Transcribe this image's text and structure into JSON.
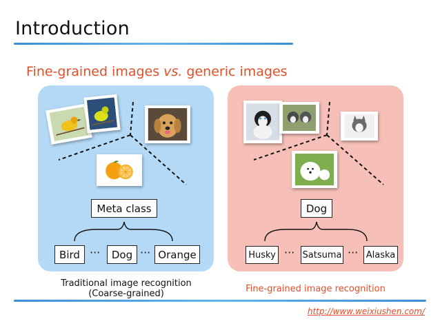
{
  "slide": {
    "title": "Introduction",
    "subtitle_pre": "Fine-grained images ",
    "subtitle_vs": "vs.",
    "subtitle_post": " generic images",
    "link": "http://www.weixiushen.com/"
  },
  "left_panel": {
    "root": "Meta class",
    "leaves": [
      "Bird",
      "Dog",
      "Orange"
    ],
    "ellipsis": "···",
    "caption_line1": "Traditional image recognition",
    "caption_line2": "(Coarse-grained)"
  },
  "right_panel": {
    "root": "Dog",
    "leaves": [
      "Husky",
      "Satsuma",
      "Alaska"
    ],
    "ellipsis": "···",
    "caption": "Fine-grained image recognition"
  },
  "colors": {
    "accent_text": "#e0502a",
    "left_panel_bg": "#b3d9f6",
    "right_panel_bg": "#f6bfb7",
    "rule": "#3a8fd8"
  },
  "icons": {
    "bird_photo": "bird-photo-icon",
    "dog_photo": "dog-photo-icon",
    "orange_photo": "orange-photo-icon",
    "husky_photo": "husky-photo-icon",
    "samoyed_photo": "samoyed-photo-icon",
    "alaska_photo": "alaska-photo-icon"
  }
}
